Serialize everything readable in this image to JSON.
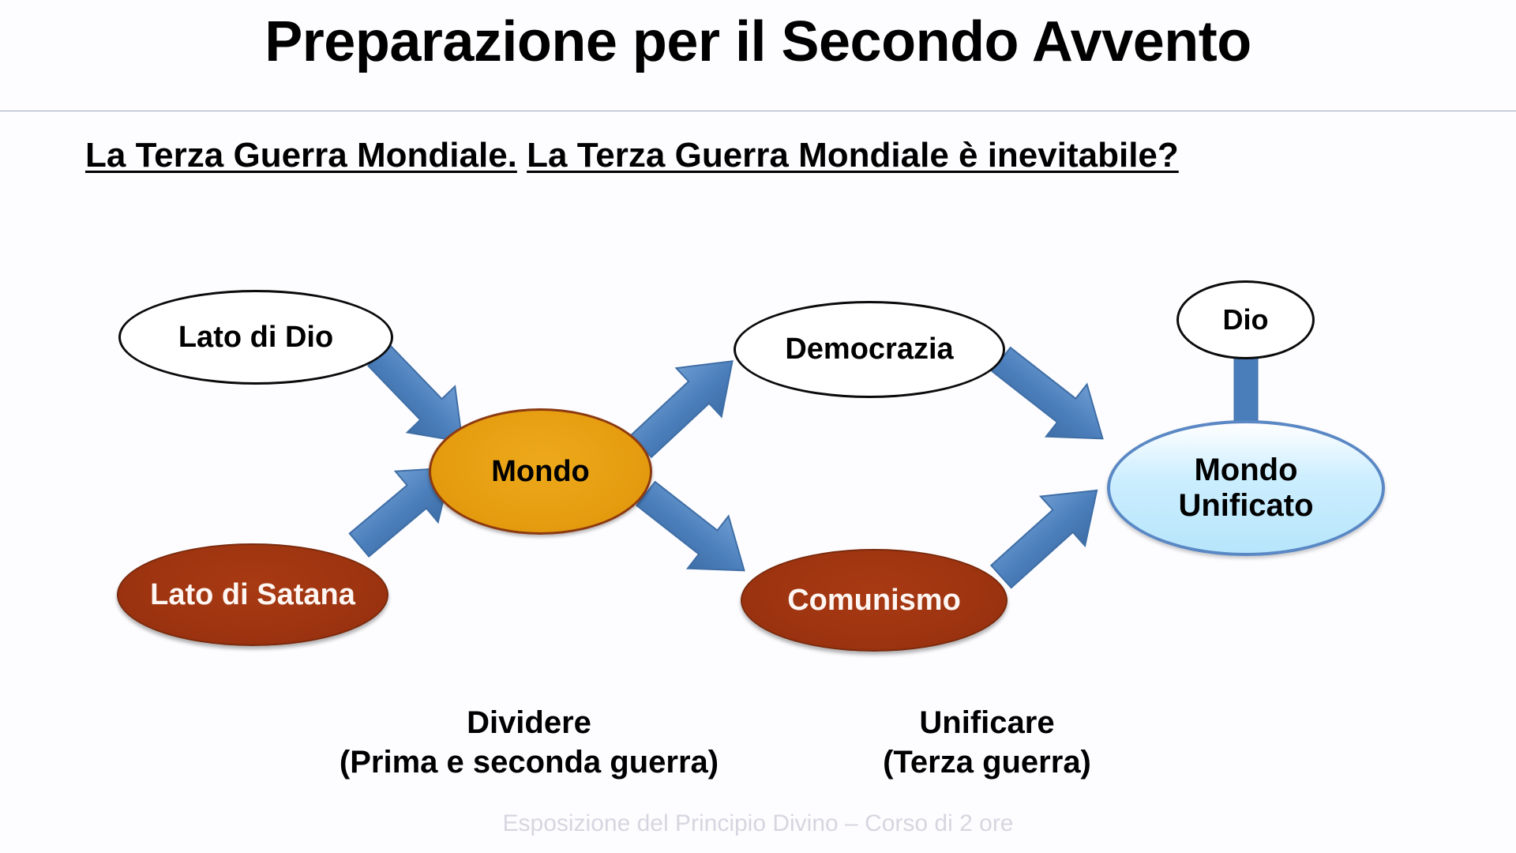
{
  "slide": {
    "title": "Preparazione per il Secondo Avvento",
    "subtitle_part1": "La Terza Guerra Mondiale.",
    "subtitle_part2": "La Terza Guerra Mondiale è inevitabile?",
    "footer": "Esposizione del Principio Divino – Corso di 2 ore",
    "background_color": "#fdfdff",
    "rule_color": "#9aa4bb"
  },
  "diagram": {
    "nodes": [
      {
        "id": "lato-di-dio",
        "label": "Lato di Dio",
        "style": "plain",
        "fill": "#ffffff",
        "stroke": "#0a0a0a",
        "text_color": "#000000"
      },
      {
        "id": "lato-di-satana",
        "label": "Lato di Satana",
        "style": "brown",
        "fill": "#9c3310",
        "stroke": "#7a2a0c",
        "text_color": "#fdf6f2"
      },
      {
        "id": "mondo",
        "label": "Mondo",
        "style": "orange",
        "fill": "#e69d10",
        "stroke": "#8c3a10",
        "text_color": "#000000"
      },
      {
        "id": "democrazia",
        "label": "Democrazia",
        "style": "plain",
        "fill": "#ffffff",
        "stroke": "#0a0a0a",
        "text_color": "#000000"
      },
      {
        "id": "comunismo",
        "label": "Comunismo",
        "style": "brown",
        "fill": "#9c3310",
        "stroke": "#7a2a0c",
        "text_color": "#fdf6f2"
      },
      {
        "id": "dio",
        "label": "Dio",
        "style": "plain",
        "fill": "#ffffff",
        "stroke": "#0a0a0a",
        "text_color": "#000000"
      },
      {
        "id": "mondo-unificato",
        "label_line1": "Mondo",
        "label_line2": "Unificato",
        "style": "lightblue",
        "fill": "#bfe8fb",
        "stroke": "#5a88c4",
        "text_color": "#000000"
      }
    ],
    "arrow_color": "#4a7ebb",
    "arrow_stroke": "#3a6aa3",
    "connectors": [
      {
        "id": "lato-di-dio-to-mondo",
        "from": "lato-di-dio",
        "to": "mondo",
        "kind": "arrow"
      },
      {
        "id": "lato-di-satana-to-mondo",
        "from": "lato-di-satana",
        "to": "mondo",
        "kind": "arrow"
      },
      {
        "id": "mondo-to-democrazia",
        "from": "mondo",
        "to": "democrazia",
        "kind": "arrow"
      },
      {
        "id": "mondo-to-comunismo",
        "from": "mondo",
        "to": "comunismo",
        "kind": "arrow"
      },
      {
        "id": "democrazia-to-mondo-unificato",
        "from": "democrazia",
        "to": "mondo-unificato",
        "kind": "arrow"
      },
      {
        "id": "comunismo-to-mondo-unificato",
        "from": "comunismo",
        "to": "mondo-unificato",
        "kind": "arrow"
      },
      {
        "id": "dio-to-mondo-unificato",
        "from": "dio",
        "to": "mondo-unificato",
        "kind": "bar"
      }
    ]
  },
  "captions": {
    "left_line1": "Dividere",
    "left_line2": "(Prima e seconda guerra)",
    "right_line1": "Unificare",
    "right_line2": "(Terza guerra)"
  }
}
